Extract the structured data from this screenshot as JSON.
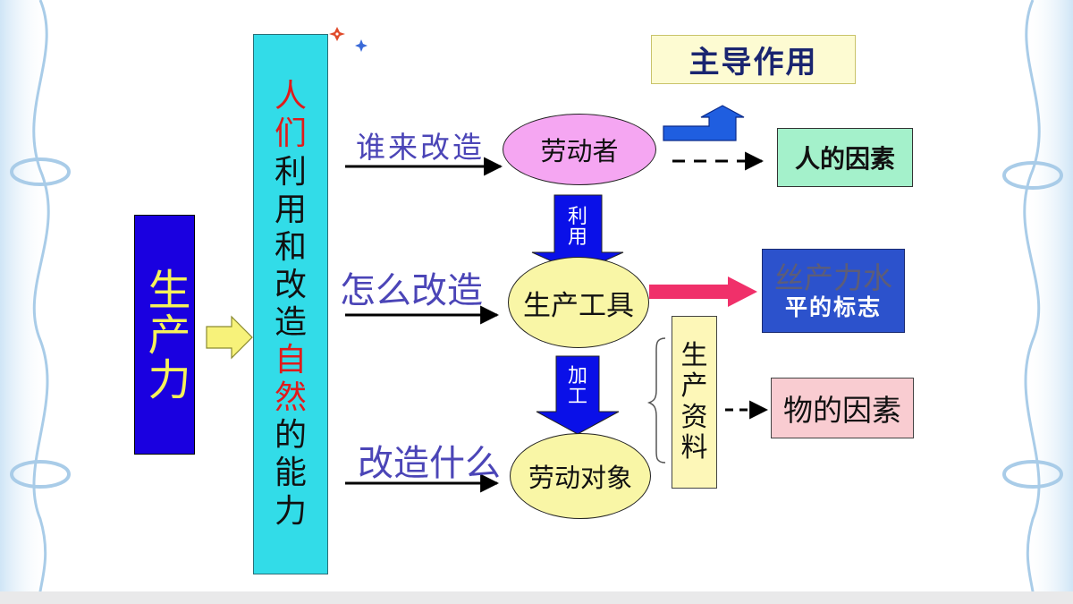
{
  "productivity": "生产力",
  "ability_chars": [
    "人",
    "们",
    "利",
    "用",
    "和",
    "改",
    "造",
    "自",
    "然",
    "的",
    "能",
    "力"
  ],
  "questions": {
    "who": "谁来改造",
    "how": "怎么改造",
    "what": "改造什么"
  },
  "factors": {
    "laborer": "劳动者",
    "tools": "生产工具",
    "objects": "劳动对象"
  },
  "arrow_labels": {
    "use_chars": [
      "利",
      "用"
    ],
    "process_chars": [
      "加",
      "工"
    ]
  },
  "outcomes": {
    "leading_role": "主导作用",
    "human_factor": "人的因素",
    "productivity_mark_line1": "丝产力水",
    "productivity_mark_line2": "平的标志",
    "means_of_production_chars": [
      "生",
      "产",
      "资",
      "料"
    ],
    "material_factor": "物的因素"
  },
  "colors": {
    "productivity_bg": "#1a00e0",
    "ability_bg": "#32dce8",
    "laborer_bg": "#f5a6f2",
    "tools_bg": "#f9f6a6",
    "down_arrow": "#0a10e8",
    "pink_arrow": "#f0306a",
    "label_blue": "#4b45b7"
  }
}
